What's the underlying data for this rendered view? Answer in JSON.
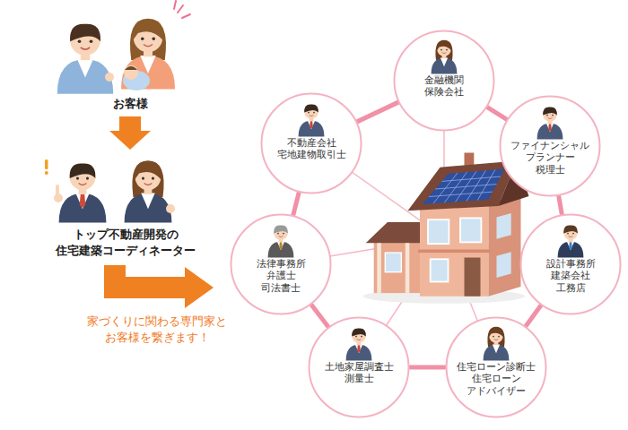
{
  "diagram": {
    "nodes": [
      {
        "text": [
          "金融機関 保険会社"
        ]
      },
      {
        "text": [
          "ファイナンシャル プランナー 税理士"
        ]
      },
      {
        "text": [
          "設計事務所 建築会社 工務店"
        ]
      },
      {
        "text": [
          "住宅ローン診断士 住宅ローン アドバイザー"
        ]
      },
      {
        "text": [
          "土地家屋調査士 測量士"
        ]
      },
      {
        "text": [
          "法律事務所 弁護士 司法書士"
        ]
      },
      {
        "text": [
          "不動産会社 宅地建物取引士"
        ]
      }
    ],
    "edges": [
      {
        "from": 0,
        "to": 1,
        "arrow": "none"
      },
      {
        "from": 1,
        "to": 2,
        "arrow": "none"
      },
      {
        "from": 2,
        "to": 3,
        "arrow": "none"
      },
      {
        "from": 3,
        "to": 4,
        "arrow": "none"
      },
      {
        "from": 4,
        "to": 5,
        "arrow": "none"
      },
      {
        "from": 5,
        "to": 6,
        "arrow": "none"
      },
      {
        "from": 6,
        "to": 0,
        "arrow": "none"
      }
    ],
    "labels": [
      "お客様",
      "トップ不動産開発の 住宅建築コーディネーター",
      "家づくりに関わる専門家と お客様を繋ぎます！"
    ]
  }
}
